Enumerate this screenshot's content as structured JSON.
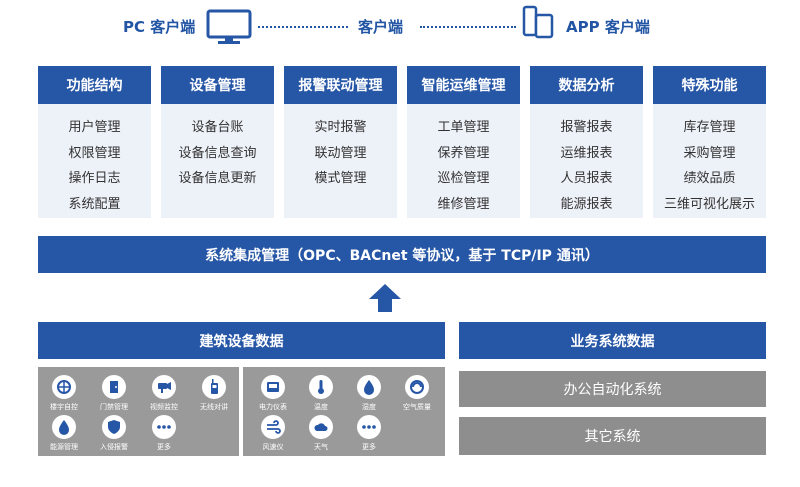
{
  "clients": {
    "pc": "PC 客户端",
    "mid": "客户端",
    "app": "APP 客户端"
  },
  "modules": [
    {
      "title": "功能结构",
      "items": [
        "用户管理",
        "权限管理",
        "操作日志",
        "系统配置"
      ]
    },
    {
      "title": "设备管理",
      "items": [
        "设备台账",
        "设备信息查询",
        "设备信息更新"
      ]
    },
    {
      "title": "报警联动管理",
      "items": [
        "实时报警",
        "联动管理",
        "模式管理"
      ]
    },
    {
      "title": "智能运维管理",
      "items": [
        "工单管理",
        "保养管理",
        "巡检管理",
        "维修管理"
      ]
    },
    {
      "title": "数据分析",
      "items": [
        "报警报表",
        "运维报表",
        "人员报表",
        "能源报表"
      ]
    },
    {
      "title": "特殊功能",
      "items": [
        "库存管理",
        "采购管理",
        "绩效品质",
        "三维可视化展示"
      ]
    }
  ],
  "integration": "系统集成管理（OPC、BACnet 等协议，基于 TCP/IP 通讯）",
  "building": {
    "title": "建筑设备数据",
    "left": [
      {
        "icon": "building-automation-icon",
        "label": "楼宇自控"
      },
      {
        "icon": "door-access-icon",
        "label": "门禁管理"
      },
      {
        "icon": "camera-icon",
        "label": "视频监控"
      },
      {
        "icon": "walkie-talkie-icon",
        "label": "无线对讲"
      },
      {
        "icon": "energy-icon",
        "label": "能源管理"
      },
      {
        "icon": "shield-icon",
        "label": "入侵报警"
      },
      {
        "icon": "more-icon",
        "label": "更多"
      }
    ],
    "right": [
      {
        "icon": "meter-icon",
        "label": "电力仪表"
      },
      {
        "icon": "thermometer-icon",
        "label": "温度"
      },
      {
        "icon": "humidity-icon",
        "label": "湿度"
      },
      {
        "icon": "air-quality-icon",
        "label": "空气质量"
      },
      {
        "icon": "wind-icon",
        "label": "风速仪"
      },
      {
        "icon": "weather-icon",
        "label": "天气"
      },
      {
        "icon": "more-icon",
        "label": "更多"
      }
    ]
  },
  "business": {
    "title": "业务系统数据",
    "items": [
      "办公自动化系统",
      "其它系统"
    ]
  },
  "colors": {
    "primary": "#2656a6",
    "light": "#edf1f8",
    "grey": "#8e8e8e"
  }
}
